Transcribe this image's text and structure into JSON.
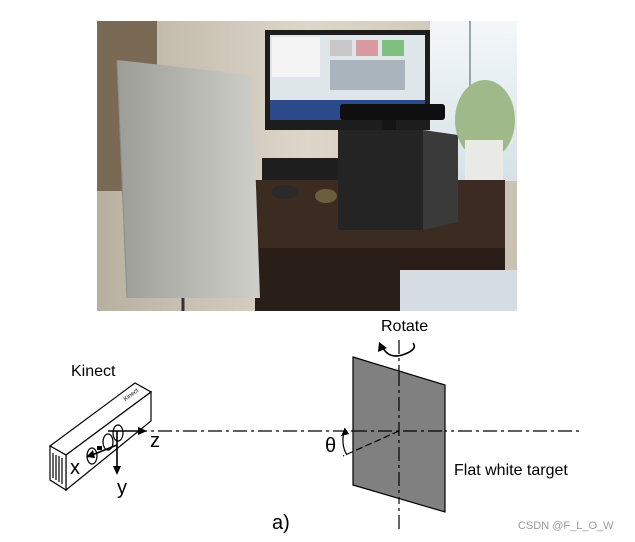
{
  "photo": {
    "description_icon": "photo-icon",
    "colors": {
      "wall": "#d9d4c8",
      "window": "#eef3f6",
      "desk": "#3a2a1e",
      "board": "#b9b9b3",
      "cube": "#2b2b2b"
    }
  },
  "diagram": {
    "rotate_label": "Rotate",
    "kinect_label": "Kinect",
    "kinect_brand": "Kinect",
    "z_label": "z",
    "theta_label": "θ",
    "x_label": "x",
    "y_label": "y",
    "target_label": "Flat white target",
    "subfigure_label": "a)",
    "colors": {
      "target_fill": "#808080",
      "line": "#000000"
    }
  },
  "watermark": "CSDN @F_L_O_W"
}
